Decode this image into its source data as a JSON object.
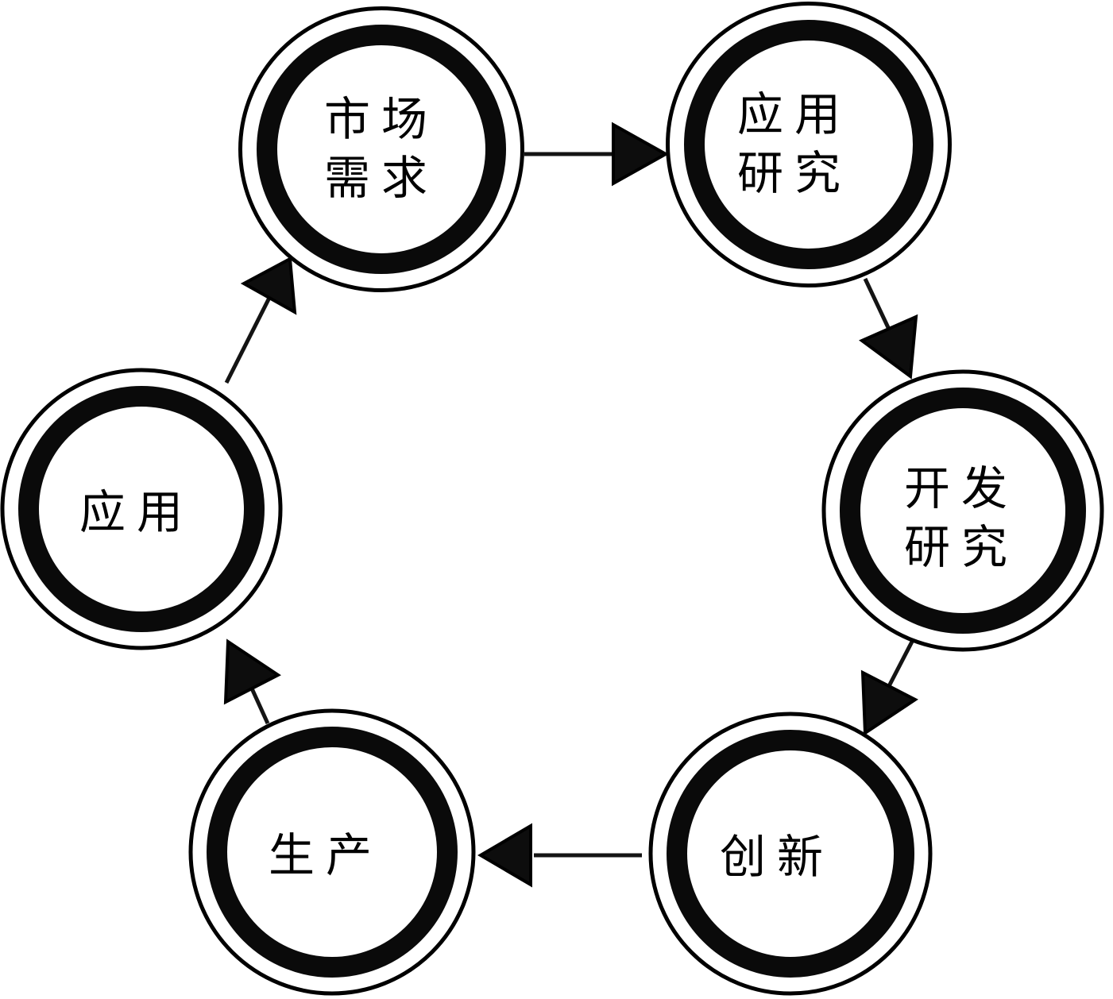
{
  "diagram": {
    "kind": "cycle-flow-diagram",
    "background_color": "#ffffff",
    "line_color": "#000000",
    "nodes": [
      {
        "id": "market-demand",
        "label": "市场需求",
        "lines": [
          "市场",
          "需求"
        ]
      },
      {
        "id": "applied-research",
        "label": "应用研究",
        "lines": [
          "应用",
          "研究"
        ]
      },
      {
        "id": "development-research",
        "label": "开发研究",
        "lines": [
          "开发",
          "研究"
        ]
      },
      {
        "id": "innovation",
        "label": "创新",
        "lines": [
          "创新"
        ]
      },
      {
        "id": "production",
        "label": "生产",
        "lines": [
          "生产"
        ]
      },
      {
        "id": "application",
        "label": "应用",
        "lines": [
          "应用"
        ]
      }
    ],
    "edges": [
      {
        "from": "market-demand",
        "to": "applied-research"
      },
      {
        "from": "applied-research",
        "to": "development-research"
      },
      {
        "from": "development-research",
        "to": "innovation"
      },
      {
        "from": "innovation",
        "to": "production"
      },
      {
        "from": "production",
        "to": "application"
      },
      {
        "from": "application",
        "to": "market-demand"
      }
    ]
  }
}
